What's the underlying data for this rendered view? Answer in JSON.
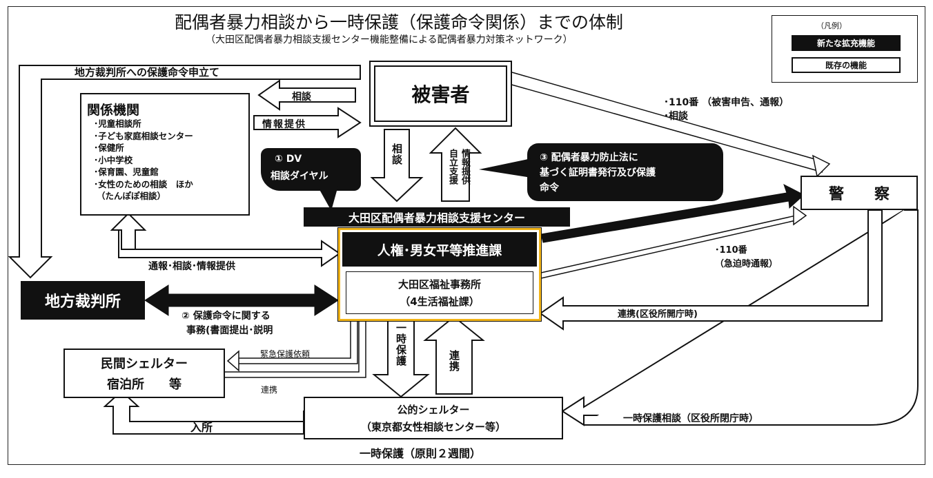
{
  "title": "配偶者暴力相談から一時保護（保護命令関係）までの体制",
  "subtitle": "（大田区配偶者暴力相談支援センター機能整備による配偶者暴力対策ネットワーク）",
  "legend": {
    "heading": "（凡例）",
    "new_function": "新たな拡充機能",
    "existing_function": "既存の機能"
  },
  "nodes": {
    "victim": "被害者",
    "related_orgs": {
      "title": "関係機関",
      "items": [
        "･児童相談所",
        "･子ども家庭相談センター",
        "･保健所",
        "･小中学校",
        "･保育園、児童館",
        "･女性のための相談　ほか",
        "（たんぽぽ相談）"
      ]
    },
    "police": "警　　察",
    "district_court": "地方裁判所",
    "center_banner": "大田区配偶者暴力相談支援センター",
    "human_rights_div": "人権･男女平等推進課",
    "welfare_office": {
      "line1": "大田区福祉事務所",
      "line2": "（4生活福祉課）"
    },
    "private_shelter": {
      "line1": "民間シェルター",
      "line2": "宿泊所　　等"
    },
    "public_shelter": {
      "line1": "公的シェルター",
      "line2": "（東京都女性相談センター等）"
    }
  },
  "callouts": {
    "dv_dial": {
      "line1": "①  DV",
      "line2": "相談ダイヤル"
    },
    "certificate": {
      "line1": "③  配偶者暴力防止法に",
      "line2": "基づく証明書発行及び保護",
      "line3": "命令"
    }
  },
  "labels": {
    "court_petition": "地方裁判所への保護命令申立て",
    "consult": "相談",
    "info_provide": "情報提供",
    "consult_vertical": "相談",
    "info_support": "情報提供",
    "independence_support": "自立支援",
    "police_110_a": "･110番 （被害申告、通報）",
    "police_110_b": "･相談",
    "report_consult_info": "通報･相談･情報提供",
    "emergency_110_a": "･110番",
    "emergency_110_b": "（急迫時通報）",
    "court_duty_a": "②  保護命令に関する",
    "court_duty_b": "事務(書面提出･説明",
    "cooperation_open": "連携(区役所開庁時)",
    "emergency_protection_request": "緊急保護依頼",
    "cooperation_small": "連携",
    "temp_protection_vertical": "一時保護",
    "cooperation_vertical": "連携",
    "admission": "入所",
    "temp_protection_consult": "一時保護相談（区役所閉庁時）",
    "temp_protection_period": "一時保護（原則２週間）"
  },
  "colors": {
    "accent_gold": "#f2b418",
    "black_box": "#111111"
  }
}
